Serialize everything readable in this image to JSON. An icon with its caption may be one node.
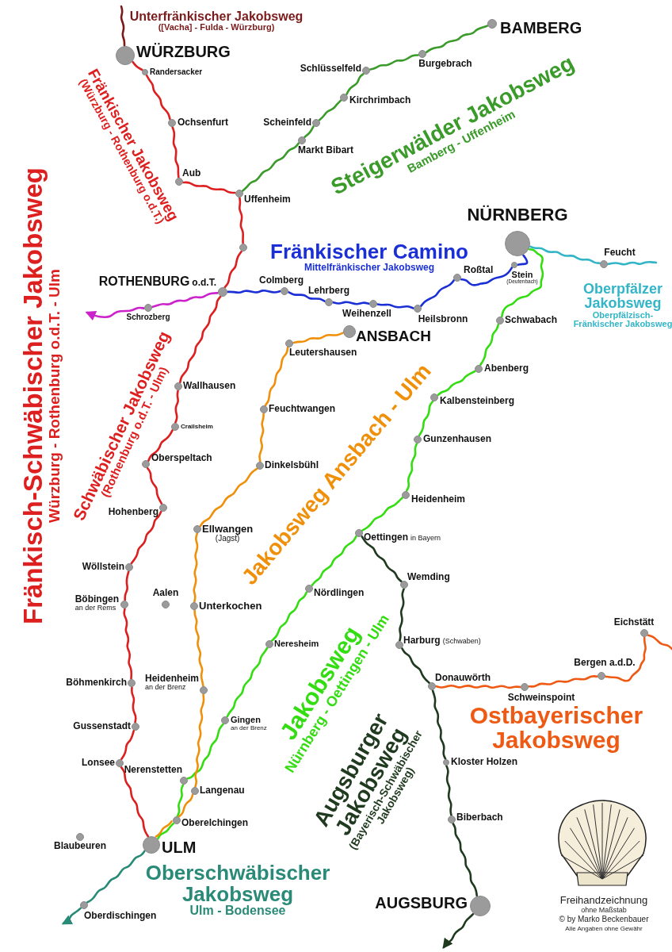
{
  "diagram": {
    "nodes": [
      {
        "text": [
          "WÜRZBURG"
        ]
      },
      {
        "text": [
          "Randersacker"
        ]
      },
      {
        "text": [
          "Ochsenfurt"
        ]
      },
      {
        "text": [
          "Aub"
        ]
      },
      {
        "text": [
          "Uffenheim"
        ]
      },
      {
        "text": [],
        "shape": "circle"
      },
      {
        "text": [
          "ROTHENBURG",
          "o.d.T."
        ]
      },
      {
        "text": [
          "Schrozberg"
        ]
      },
      {
        "text": [
          "Colmberg"
        ]
      },
      {
        "text": [
          "Lehrberg"
        ]
      },
      {
        "text": [
          "Weihenzell"
        ]
      },
      {
        "text": [
          "Heilsbronn"
        ]
      },
      {
        "text": [
          "Roßtal"
        ]
      },
      {
        "text": [
          "NÜRNBERG"
        ]
      },
      {
        "text": [
          "Stein",
          "(Deutenbach)"
        ]
      },
      {
        "text": [
          "Feucht"
        ]
      },
      {
        "text": [
          "Schwabach"
        ]
      },
      {
        "text": [
          "Abenberg"
        ]
      },
      {
        "text": [
          "Kalbensteinberg"
        ]
      },
      {
        "text": [
          "Gunzenhausen"
        ]
      },
      {
        "text": [
          "Heidenheim"
        ]
      },
      {
        "text": [
          "Oettingen",
          "in Bayern"
        ]
      },
      {
        "text": [
          "Wemding"
        ]
      },
      {
        "text": [
          "Harburg",
          "(Schwaben)"
        ]
      },
      {
        "text": [
          "Donauwörth"
        ]
      },
      {
        "text": [
          "Schweinspoint"
        ]
      },
      {
        "text": [
          "Bergen a.d.D."
        ]
      },
      {
        "text": [
          "Eichstätt"
        ]
      },
      {
        "text": [
          "Kloster Holzen"
        ]
      },
      {
        "text": [
          "Biberbach"
        ]
      },
      {
        "text": [
          "AUGSBURG"
        ]
      },
      {
        "text": [
          "BAMBERG"
        ]
      },
      {
        "text": [
          "Burgebrach"
        ]
      },
      {
        "text": [
          "Schlüsselfeld"
        ]
      },
      {
        "text": [
          "Kirchrimbach"
        ]
      },
      {
        "text": [
          "Scheinfeld"
        ]
      },
      {
        "text": [
          "Markt Bibart"
        ]
      },
      {
        "text": [
          "ANSBACH"
        ]
      },
      {
        "text": [
          "Leutershausen"
        ]
      },
      {
        "text": [
          "Feuchtwangen"
        ]
      },
      {
        "text": [
          "Dinkelsbühl"
        ]
      },
      {
        "text": [
          "Ellwangen",
          "(Jagst)"
        ]
      },
      {
        "text": [
          "Unterkochen"
        ]
      },
      {
        "text": [
          "Heidenheim",
          "an der Brenz"
        ]
      },
      {
        "text": [
          "Gingen",
          "an der Brenz"
        ]
      },
      {
        "text": [
          "Neresheim"
        ]
      },
      {
        "text": [
          "Nördlingen"
        ]
      },
      {
        "text": [
          "Nerenstetten"
        ]
      },
      {
        "text": [
          "Langenau"
        ]
      },
      {
        "text": [
          "Oberelchingen"
        ]
      },
      {
        "text": [
          "ULM"
        ]
      },
      {
        "text": [
          "Oberdischingen"
        ]
      },
      {
        "text": [
          "Blaubeuren"
        ]
      },
      {
        "text": [
          "Aalen"
        ]
      },
      {
        "text": [
          "Wallhausen"
        ]
      },
      {
        "text": [
          "Crailsheim"
        ]
      },
      {
        "text": [
          "Oberspeltach"
        ]
      },
      {
        "text": [
          "Hohenberg"
        ]
      },
      {
        "text": [
          "Wöllstein"
        ]
      },
      {
        "text": [
          "Böbingen",
          "an der Rems"
        ]
      },
      {
        "text": [
          "Böhmenkirch"
        ]
      },
      {
        "text": [
          "Gussenstadt"
        ]
      },
      {
        "text": [
          "Lonsee"
        ]
      }
    ],
    "edges": [
      {
        "from": 0,
        "to": 1,
        "arrow": "none"
      },
      {
        "from": 1,
        "to": 2,
        "arrow": "none"
      },
      {
        "from": 2,
        "to": 3,
        "arrow": "none"
      },
      {
        "from": 3,
        "to": 4,
        "arrow": "none"
      },
      {
        "from": 4,
        "to": 5,
        "arrow": "none"
      },
      {
        "from": 5,
        "to": 6,
        "arrow": "none"
      },
      {
        "from": 6,
        "to": 54,
        "arrow": "none"
      },
      {
        "from": 54,
        "to": 55,
        "arrow": "none"
      },
      {
        "from": 55,
        "to": 56,
        "arrow": "none"
      },
      {
        "from": 56,
        "to": 57,
        "arrow": "none"
      },
      {
        "from": 57,
        "to": 58,
        "arrow": "none"
      },
      {
        "from": 58,
        "to": 59,
        "arrow": "none"
      },
      {
        "from": 59,
        "to": 60,
        "arrow": "none"
      },
      {
        "from": 60,
        "to": 61,
        "arrow": "none"
      },
      {
        "from": 61,
        "to": 62,
        "arrow": "none"
      },
      {
        "from": 62,
        "to": 50,
        "arrow": "none"
      },
      {
        "from": null,
        "to": 0,
        "arrow": "none",
        "color": "#7a1a1a"
      },
      {
        "from": 31,
        "to": 32,
        "arrow": "none",
        "color": "#3a9a2a"
      },
      {
        "from": 32,
        "to": 33,
        "arrow": "none",
        "color": "#3a9a2a"
      },
      {
        "from": 33,
        "to": 34,
        "arrow": "none",
        "color": "#3a9a2a"
      },
      {
        "from": 34,
        "to": 35,
        "arrow": "none",
        "color": "#3a9a2a"
      },
      {
        "from": 35,
        "to": 36,
        "arrow": "none",
        "color": "#3a9a2a"
      },
      {
        "from": 36,
        "to": 4,
        "arrow": "none",
        "color": "#3a9a2a"
      },
      {
        "from": 6,
        "to": 8,
        "arrow": "none",
        "color": "#1a2fd6"
      },
      {
        "from": 8,
        "to": 9,
        "arrow": "none",
        "color": "#1a2fd6"
      },
      {
        "from": 9,
        "to": 10,
        "arrow": "none",
        "color": "#1a2fd6"
      },
      {
        "from": 10,
        "to": 11,
        "arrow": "none",
        "color": "#1a2fd6"
      },
      {
        "from": 11,
        "to": 12,
        "arrow": "none",
        "color": "#1a2fd6"
      },
      {
        "from": 12,
        "to": 14,
        "arrow": "none",
        "color": "#1a2fd6"
      },
      {
        "from": 14,
        "to": 13,
        "arrow": "none",
        "color": "#1a2fd6"
      },
      {
        "from": 6,
        "to": 7,
        "arrow": "none",
        "color": "#cc22cc"
      },
      {
        "from": 7,
        "to": null,
        "arrow": "to",
        "color": "#cc22cc"
      },
      {
        "from": 13,
        "to": 15,
        "arrow": "none",
        "color": "#33b5c8"
      },
      {
        "from": 15,
        "to": null,
        "arrow": "none",
        "color": "#33b5c8"
      },
      {
        "from": 13,
        "to": 16,
        "arrow": "none",
        "color": "#33dd11"
      },
      {
        "from": 16,
        "to": 17,
        "arrow": "none",
        "color": "#33dd11"
      },
      {
        "from": 17,
        "to": 18,
        "arrow": "none",
        "color": "#33dd11"
      },
      {
        "from": 18,
        "to": 19,
        "arrow": "none",
        "color": "#33dd11"
      },
      {
        "from": 19,
        "to": 20,
        "arrow": "none",
        "color": "#33dd11"
      },
      {
        "from": 20,
        "to": 21,
        "arrow": "none",
        "color": "#33dd11"
      },
      {
        "from": 21,
        "to": 46,
        "arrow": "none",
        "color": "#33dd11"
      },
      {
        "from": 46,
        "to": 45,
        "arrow": "none",
        "color": "#33dd11"
      },
      {
        "from": 45,
        "to": 44,
        "arrow": "none",
        "color": "#33dd11"
      },
      {
        "from": 44,
        "to": 47,
        "arrow": "none",
        "color": "#33dd11"
      },
      {
        "from": 47,
        "to": 49,
        "arrow": "none",
        "color": "#33dd11"
      },
      {
        "from": 49,
        "to": 50,
        "arrow": "none",
        "color": "#33dd11"
      },
      {
        "from": 37,
        "to": 38,
        "arrow": "none",
        "color": "#f0900a"
      },
      {
        "from": 38,
        "to": 39,
        "arrow": "none",
        "color": "#f0900a"
      },
      {
        "from": 39,
        "to": 40,
        "arrow": "none",
        "color": "#f0900a"
      },
      {
        "from": 40,
        "to": 41,
        "arrow": "none",
        "color": "#f0900a"
      },
      {
        "from": 41,
        "to": 42,
        "arrow": "none",
        "color": "#f0900a"
      },
      {
        "from": 42,
        "to": 43,
        "arrow": "none",
        "color": "#f0900a"
      },
      {
        "from": 43,
        "to": 48,
        "arrow": "none",
        "color": "#f0900a"
      },
      {
        "from": 48,
        "to": 49,
        "arrow": "none",
        "color": "#f0900a"
      },
      {
        "from": 49,
        "to": 50,
        "arrow": "none",
        "color": "#f0900a"
      },
      {
        "from": 21,
        "to": 22,
        "arrow": "none",
        "color": "#1f3a1f"
      },
      {
        "from": 22,
        "to": 23,
        "arrow": "none",
        "color": "#1f3a1f"
      },
      {
        "from": 23,
        "to": 24,
        "arrow": "none",
        "color": "#1f3a1f"
      },
      {
        "from": 24,
        "to": 28,
        "arrow": "none",
        "color": "#1f3a1f"
      },
      {
        "from": 28,
        "to": 29,
        "arrow": "none",
        "color": "#1f3a1f"
      },
      {
        "from": 29,
        "to": 30,
        "arrow": "none",
        "color": "#1f3a1f"
      },
      {
        "from": 30,
        "to": null,
        "arrow": "to",
        "color": "#1f3a1f"
      },
      {
        "from": 24,
        "to": 25,
        "arrow": "none",
        "color": "#ee5a14"
      },
      {
        "from": 25,
        "to": 26,
        "arrow": "none",
        "color": "#ee5a14"
      },
      {
        "from": 26,
        "to": 27,
        "arrow": "none",
        "color": "#ee5a14"
      },
      {
        "from": 27,
        "to": null,
        "arrow": "none",
        "color": "#ee5a14"
      },
      {
        "from": 50,
        "to": 51,
        "arrow": "none",
        "color": "#2a8a78"
      },
      {
        "from": 51,
        "to": null,
        "arrow": "to",
        "color": "#2a8a78"
      }
    ],
    "labels": [
      "Unterfränkischer Jakobsweg",
      "([Vacha] - Fulda - Würzburg)",
      "Fränkischer Jakobsweg",
      "(Würzburg - Rothenburg o.d.T.)",
      "Steigerwälder Jakobsweg",
      "Bamberg - Uffenheim",
      "Fränkischer Camino",
      "Mittelfränkischer Jakobsweg",
      "Oberpfälzer Jakobsweg",
      "Oberpfälzisch-Fränkischer Jakobsweg",
      "Fränkisch-Schwäbischer Jakobsweg",
      "Würzburg - Rothenburg o.d.T. - Ulm",
      "Schwäbischer Jakobsweg",
      "(Rothenburg o.d.T. - Ulm)",
      "Jakobsweg Ansbach - Ulm",
      "Jakobsweg",
      "Nürnberg - Oettingen - Ulm",
      "Augsburger Jakobsweg",
      "(Bayerisch-Schwäbischer Jakobsweg)",
      "Ostbayerischer Jakobsweg",
      "Oberschwäbischer Jakobsweg",
      "Ulm - Bodensee",
      "Freihandzeichnung",
      "ohne Maßstab",
      "© by Marko Beckenbauer",
      "Alle Angaben ohne Gewähr"
    ]
  }
}
